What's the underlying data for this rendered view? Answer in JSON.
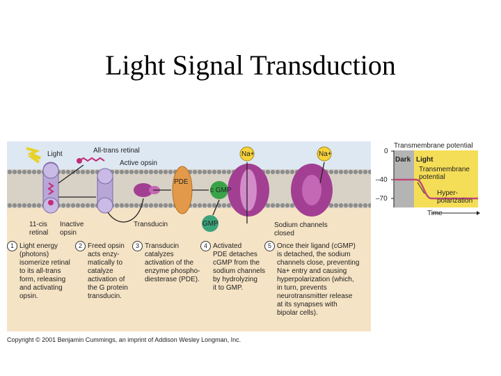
{
  "title": "Light Signal Transduction",
  "labels": {
    "light": "Light",
    "all_trans_retinal": "All-trans retinal",
    "active_opsin": "Active opsin",
    "pde": "PDE",
    "cgmp": "c GMP",
    "gmp": "GMP",
    "na1": "Na+",
    "na2": "Na+",
    "cis_retinal": "11-cis\nretinal",
    "inactive_opsin": "Inactive\nopsin",
    "transducin": "Transducin",
    "sodium_channels": "Sodium channels\nclosed"
  },
  "steps": [
    {
      "num": "1",
      "text": "Light energy\n(photons)\nisomerize retinal\nto its all-trans\nform, releasing\nand activating\nopsin."
    },
    {
      "num": "2",
      "text": "Freed opsin\nacts enzy-\nmatically to\ncatalyze\nactivation of\nthe G protein\ntransducin."
    },
    {
      "num": "3",
      "text": "Transducin\ncatalyzes\nactivation of the\nenzyme phospho-\ndiesterase (PDE)."
    },
    {
      "num": "4",
      "text": "Activated\nPDE detaches\ncGMP from the\nsodium channels\nby hydrolyzing\nit to GMP."
    },
    {
      "num": "5",
      "text": "Once their ligand (cGMP)\nis detached, the sodium\nchannels close, preventing\nNa+ entry and causing\nhyperpolarization (which,\nin turn, prevents\nneurotransmitter release\nat its synapses with\nbipolar cells)."
    }
  ],
  "graph": {
    "title": "Transmembrane potential",
    "y0": "0",
    "y40": "–40",
    "y70": "–70",
    "dark": "Dark",
    "light": "Light",
    "potential": "Transmembrane\npotential",
    "hyper": "Hyper-\npolarization",
    "time": "Time"
  },
  "colors": {
    "background_top": "#dde8f3",
    "background_bottom": "#f5e3c5",
    "membrane": "#9a9a9a",
    "opsin": "#b7a6d6",
    "pde": "#e29a4a",
    "channel": "#a23f93",
    "cgmp": "#3aa34a",
    "gmp": "#3aa37a",
    "sodium": "#f5d23a",
    "graph_dark": "#b4b4b4",
    "graph_light": "#f5de57",
    "potential_line": "#c04878"
  },
  "copyright": "Copyright © 2001 Benjamin Cummings, an imprint of Addison Wesley Longman, Inc."
}
